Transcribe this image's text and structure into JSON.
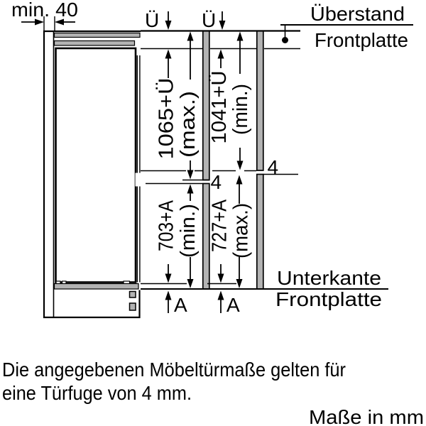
{
  "diagram": {
    "min_gap_label": "min. 40",
    "overhang_symbol": "Ü",
    "recess_symbol": "A",
    "door_gap_mm": "4",
    "overhang_callout": {
      "line1": "Überstand",
      "line2": "Frontplatte"
    },
    "bottom_edge_callout": {
      "line1": "Unterkante",
      "line2": "Frontplatte"
    },
    "upper_door_dims": {
      "max_value": "1065+Ü",
      "max_qualifier": "(max.)",
      "min_value": "1041+Ü",
      "min_qualifier": "(min.)"
    },
    "lower_door_dims": {
      "min_value": "703+A",
      "min_qualifier": "(min.)",
      "max_value": "727+A",
      "max_qualifier": "(max.)"
    },
    "colors": {
      "panel_gray": "#b3b3b3",
      "line": "#000000",
      "background": "#ffffff"
    }
  },
  "footer": {
    "note_line1": "Die angegebenen Möbeltürmaße gelten für",
    "note_line2": "eine Türfuge von 4 mm.",
    "units_label": "Maße in mm"
  }
}
